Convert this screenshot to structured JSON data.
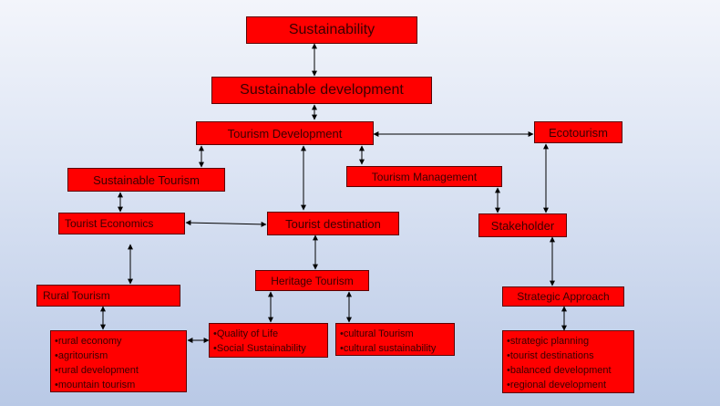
{
  "nodes": {
    "sustainability": "Sustainability",
    "sustainable_development": "Sustainable development",
    "tourism_development": "Tourism Development",
    "ecotourism": "Ecotourism",
    "sustainable_tourism": "Sustainable Tourism",
    "tourism_management": "Tourism Management",
    "tourist_economics": "Tourist Economics",
    "tourist_destination": "Tourist destination",
    "stakeholder": "Stakeholder",
    "heritage_tourism": "Heritage Tourism",
    "rural_tourism": "Rural Tourism",
    "strategic_approach": "Strategic Approach"
  },
  "lists": {
    "rural": [
      "rural economy",
      "agritourism",
      "rural development",
      "mountain tourism"
    ],
    "quality": [
      "Quality of Life",
      "Social Sustainability"
    ],
    "cultural": [
      "cultural Tourism",
      "cultural sustainability"
    ],
    "strategic": [
      "strategic planning",
      "tourist destinations",
      "balanced development",
      "regional development"
    ]
  },
  "colors": {
    "box_fill": "#ff0000",
    "box_border": "#5a0000",
    "text": "#3a0000",
    "arrow": "#000000"
  }
}
